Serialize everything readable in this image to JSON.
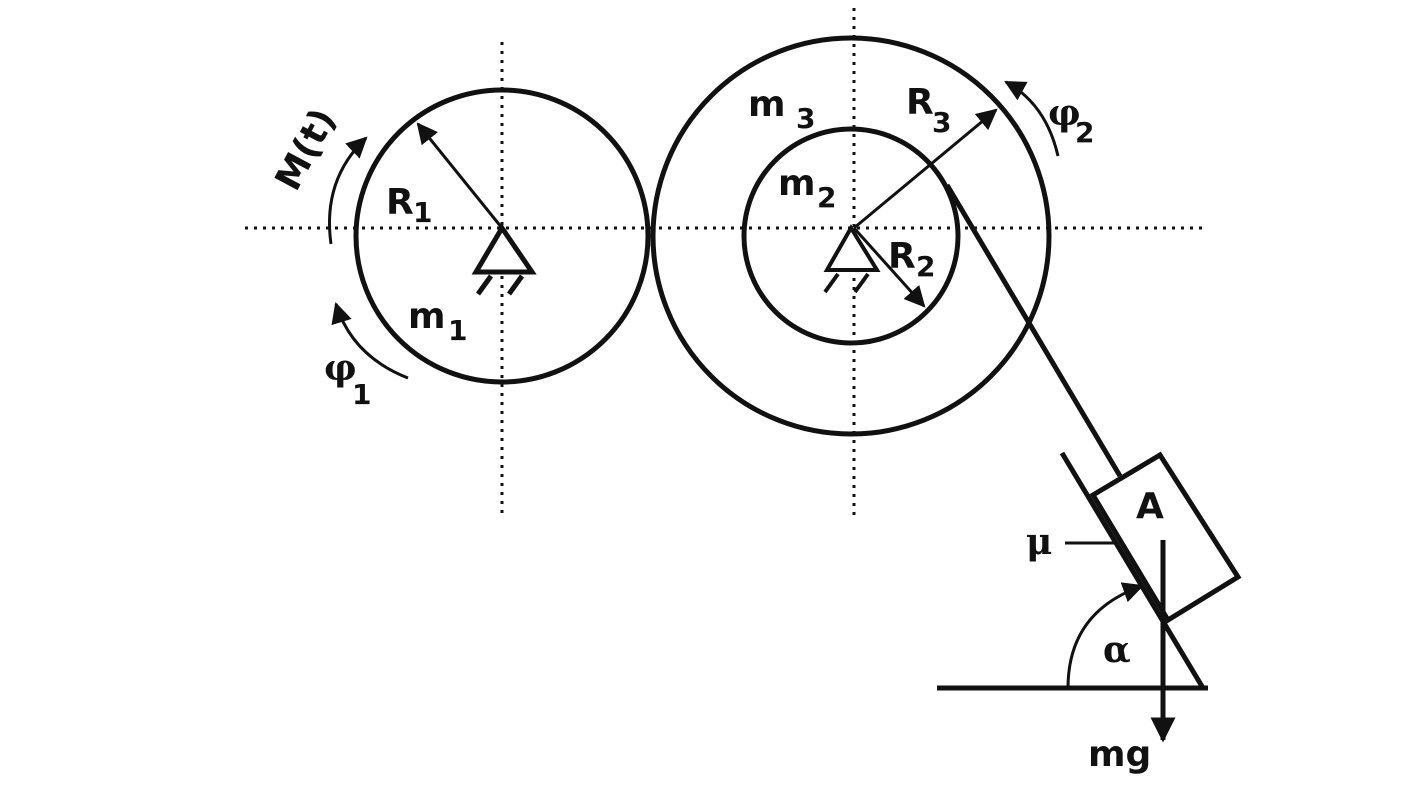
{
  "labels": {
    "moment": "M(t)",
    "phi1": "φ",
    "phi1_sub": "1",
    "phi2": "φ",
    "phi2_sub": "2",
    "r1": "R",
    "r1_sub": "1",
    "r2": "R",
    "r2_sub": "2",
    "r3": "R",
    "r3_sub": "3",
    "m1": "m",
    "m1_sub": "1",
    "m2": "m",
    "m2_sub": "2",
    "m3": "m",
    "m3_sub": "3",
    "block": "A",
    "friction": "μ",
    "angle": "α",
    "weight": "mg"
  },
  "colors": {
    "ink": "#111111",
    "background": "#ffffff"
  }
}
